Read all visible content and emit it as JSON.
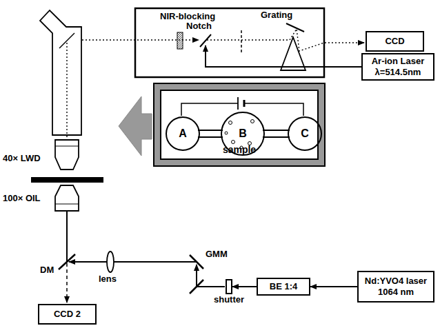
{
  "diagram": {
    "nodes": [
      {
        "text": [
          "CCD"
        ]
      },
      {
        "text": [
          "Ar-ion Laser λ=514.5nm"
        ]
      },
      {
        "text": [
          "sample"
        ]
      },
      {
        "text": [
          "A"
        ],
        "in": 2
      },
      {
        "text": [
          "B"
        ],
        "in": 2
      },
      {
        "text": [
          "C"
        ],
        "in": 2
      },
      {
        "text": [
          "shutter"
        ]
      },
      {
        "text": [
          "BE 1:4"
        ]
      },
      {
        "text": [
          "Nd:YVO4 laser 1064 nm"
        ]
      },
      {
        "text": [
          "CCD 2"
        ]
      }
    ],
    "edges": [
      {
        "from": 8,
        "to": 7,
        "arrow": "to"
      },
      {
        "from": 7,
        "to": 6,
        "arrow": "to"
      },
      {
        "from": 3,
        "to": 4,
        "arrow": "none"
      },
      {
        "from": 4,
        "to": 5,
        "arrow": "none"
      }
    ],
    "labels": [
      "NIR-blocking",
      "Notch",
      "Grating",
      "40× LWD",
      "100× OIL",
      "DM",
      "lens",
      "GMM"
    ]
  }
}
